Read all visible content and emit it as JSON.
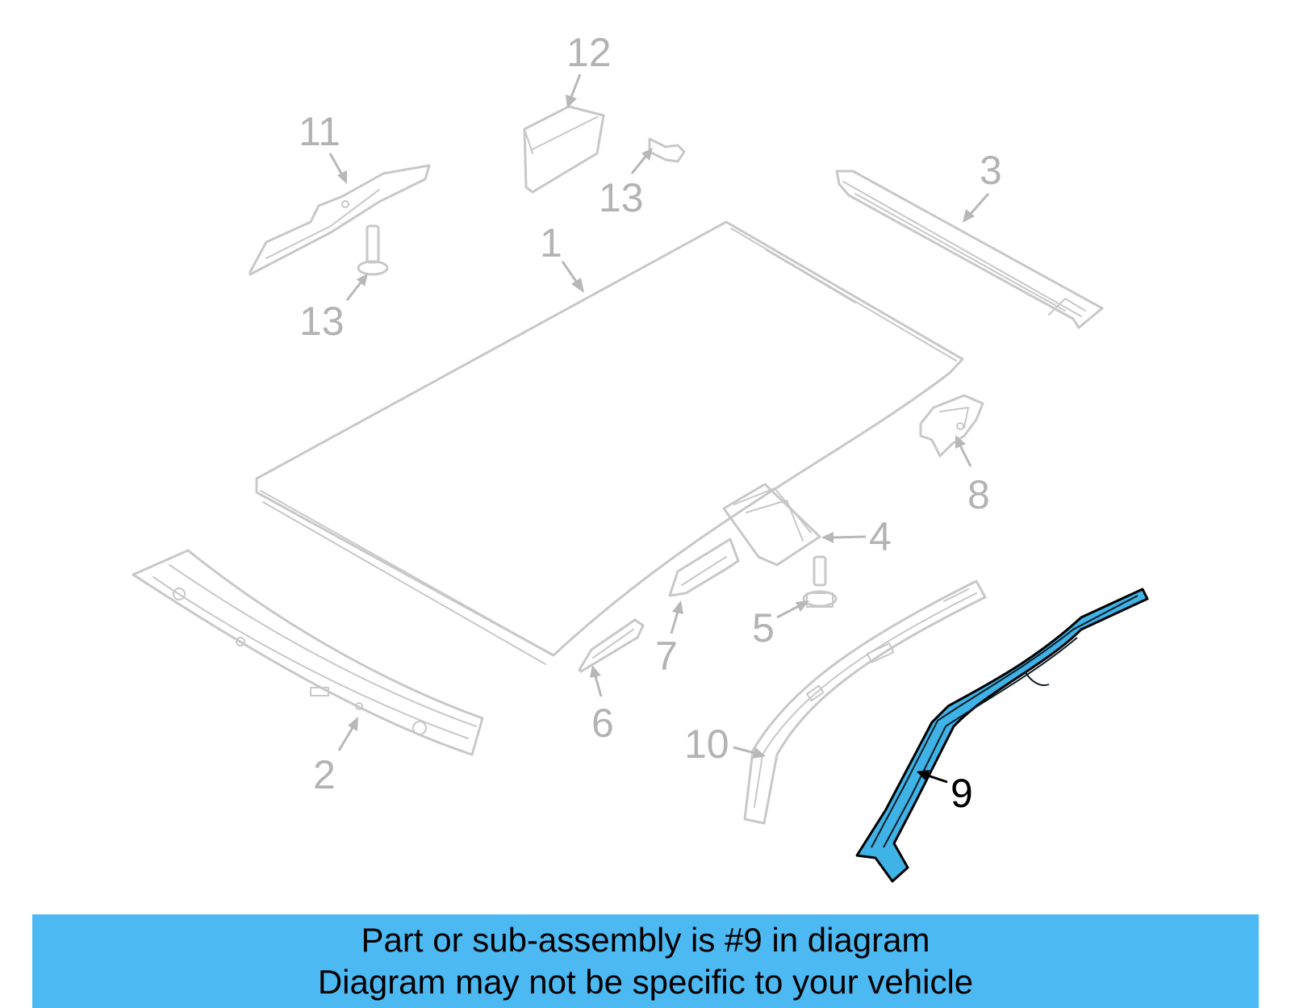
{
  "callouts": {
    "c1": "1",
    "c2": "2",
    "c3": "3",
    "c4": "4",
    "c5": "5",
    "c6": "6",
    "c7": "7",
    "c8": "8",
    "c9": "9",
    "c10": "10",
    "c11": "11",
    "c12": "12",
    "c13a": "13",
    "c13b": "13"
  },
  "highlighted_part": "9",
  "colors": {
    "banner_background": "#4cb9f3",
    "highlight_part": "#3fb2e6",
    "inactive_part": "#c8c8c8",
    "inactive_callout": "#b3b3b3"
  },
  "banner": {
    "line1": "Part or sub-assembly is #9 in diagram",
    "line2": "Diagram may not be specific to your vehicle"
  }
}
